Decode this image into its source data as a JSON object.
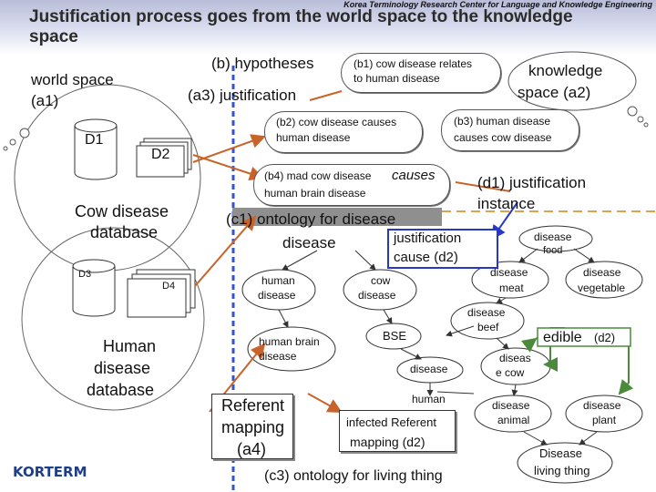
{
  "header": {
    "org": "Korea Terminology Research Center for Language and Knowledge Engineering",
    "title": "Justification process goes from the world space to the knowledge space",
    "logo": "KORTERM"
  },
  "labels": {
    "world_space": "world space",
    "a1": "(a1)",
    "b_hyp": "(b) hypotheses",
    "a3": "(a3) justification",
    "b1a": "(b1) cow disease relates",
    "b1b": "to human disease",
    "knowledge": "knowledge",
    "a2": "space (a2)",
    "b2a": "(b2) cow disease causes",
    "b2b": "human disease",
    "b3a": "(b3) human disease",
    "b3b": "causes cow disease",
    "d1_label": "D1",
    "d2_label": "D2",
    "d3_label": "D3",
    "d4_label": "D4",
    "b4a": "(b4) mad cow disease",
    "b4causes": "causes",
    "b4b": "human brain disease",
    "d1j_a": "(d1) justification",
    "d1j_b": "instance",
    "cow_db_a": "Cow disease",
    "cow_db_b": "database",
    "c1": "(c1) ontology for disease",
    "disease_main": "disease",
    "just_cause_a": "justification",
    "just_cause_b": "cause (d2)",
    "human_db_a": "Human",
    "human_db_b": "disease",
    "human_db_c": "database",
    "human_disease_a": "human",
    "human_disease_b": "disease",
    "cow_disease_a": "cow",
    "cow_disease_b": "disease",
    "hbd_a": "human brain",
    "hbd_b": "disease",
    "bse": "BSE",
    "dis_low": "disease",
    "referent_a": "Referent",
    "referent_b": "mapping",
    "referent_c": "(a4)",
    "human_low": "human",
    "infected_a": "infected Referent",
    "infected_b": "mapping (d2)",
    "c3": "(c3) ontology for living thing",
    "r_disease": "disease",
    "r_food": "food",
    "r_dm_a": "disease",
    "r_dm_b": "meat",
    "r_dv_a": "disease",
    "r_dv_b": "vegetable",
    "r_db_a": "disease",
    "r_db_b": "beef",
    "edible": "edible",
    "edible_d2": "(d2)",
    "r_dc_a": "diseas",
    "r_dc_b": "e cow",
    "r_da_a": "disease",
    "r_da_b": "animal",
    "r_dp_a": "disease",
    "r_dp_b": "plant",
    "r_dl_a": "Disease",
    "r_dl_b": "living thing"
  },
  "colors": {
    "arrow_orange": "#c8642a",
    "blue_dashed": "#3656c8",
    "dashed_yellow": "#d8a64a",
    "ontology_gray": "#8f8f8f",
    "blue_box": "#2638c8",
    "green_arrow": "#4a8a3a"
  }
}
